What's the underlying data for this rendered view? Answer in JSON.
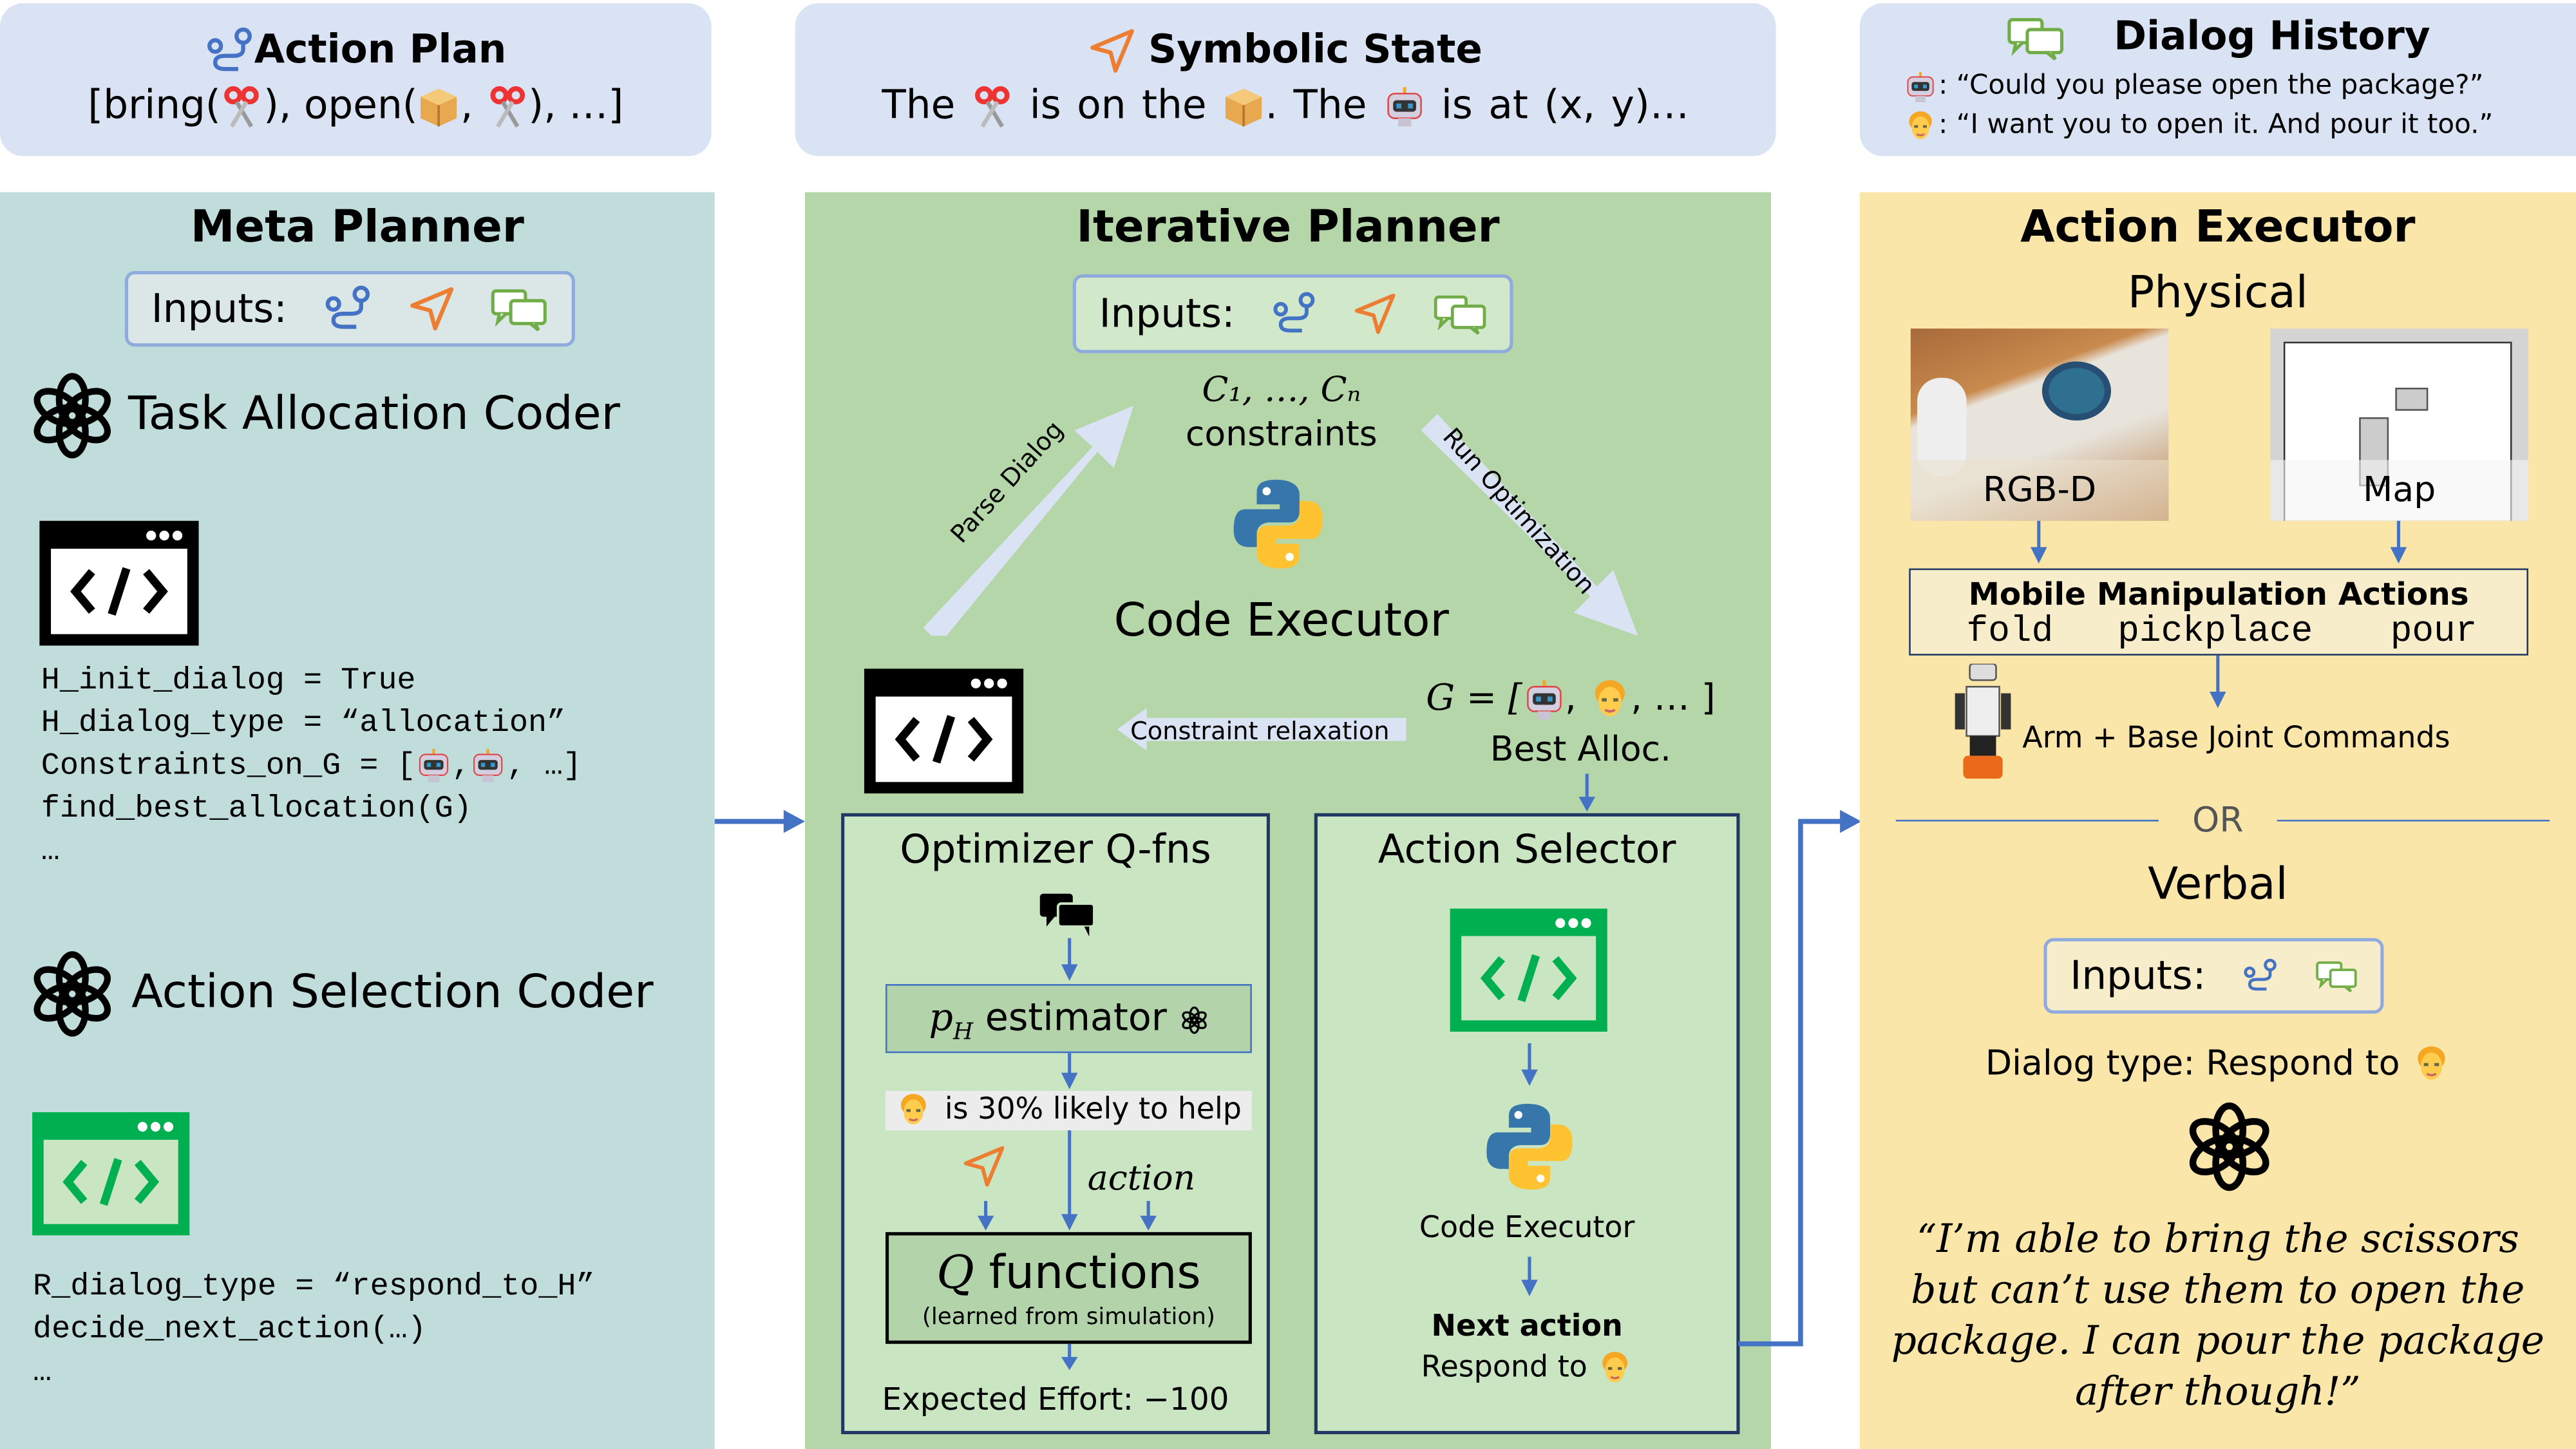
{
  "colors": {
    "top_box": "#dae3f3",
    "meta_planner_bg": "#c0dcdb",
    "iterative_planner_bg": "#b5d6a8",
    "action_executor_bg": "#fbe6a9",
    "inner_box_bg": "#c9e5c2",
    "arrow": "#4472c4",
    "border": "#1f3864"
  },
  "action_plan": {
    "title": "Action Plan",
    "line": [
      "[bring(",
      "), open(",
      ",",
      "), …]"
    ]
  },
  "symbolic_state": {
    "title": "Symbolic State",
    "line": [
      "The",
      "is on the",
      ". The",
      "is at (x, y)…"
    ]
  },
  "dialog_history": {
    "title": "Dialog History",
    "robot_says": ": “Could you please open the package?”",
    "human_says": ": “I want you to open it. And pour it too.”"
  },
  "meta_planner": {
    "title": "Meta Planner",
    "inputs_label": "Inputs:",
    "task_allocation_coder": "Task Allocation Coder",
    "task_code": [
      "H_init_dialog = True",
      "H_dialog_type = “allocation”",
      "Constraints_on_G = [",
      "find_best_allocation(G)",
      "…"
    ],
    "task_code_list_sep": ",",
    "task_code_list_end": ", …]",
    "action_selection_coder": "Action Selection Coder",
    "action_code": [
      "R_dialog_type = “respond_to_H”",
      "decide_next_action(…)",
      "…"
    ]
  },
  "iterative_planner": {
    "title": "Iterative Planner",
    "inputs_label": "Inputs:",
    "constraints_math": "C₁, …, Cₙ",
    "constraints_label": "constraints",
    "parse_dialog": "Parse Dialog",
    "run_optimization": "Run Optimization",
    "code_executor": "Code Executor",
    "constraint_relaxation": "Constraint relaxation",
    "g_prefix": "G = [",
    "g_sep1": ",",
    "g_sep2": ", … ]",
    "best_alloc": "Best Alloc.",
    "optimizer": {
      "title": "Optimizer Q-fns",
      "ph": "p",
      "ph_sub": "H",
      "estimator": "estimator",
      "likely": "is 30% likely to help",
      "action": "action",
      "q": "Q",
      "functions": "functions",
      "learned": "(learned from simulation)",
      "expected_effort": "Expected Effort: −100"
    },
    "action_selector": {
      "title": "Action Selector",
      "code_executor": "Code Executor",
      "next_action": "Next action",
      "respond_to": "Respond to"
    }
  },
  "action_executor": {
    "title": "Action Executor",
    "physical": "Physical",
    "rgbd": "RGB-D",
    "map": "Map",
    "mma_title": "Mobile Manipulation Actions",
    "actions": [
      "fold",
      "pickplace",
      "pour"
    ],
    "joint_commands": "Arm + Base Joint Commands",
    "or": "OR",
    "verbal": "Verbal",
    "inputs_label": "Inputs:",
    "dialog_type": "Dialog type: Respond to",
    "quote": "“I’m able to bring the scissors but can’t use them to open the package. I can pour the package after though!”"
  }
}
